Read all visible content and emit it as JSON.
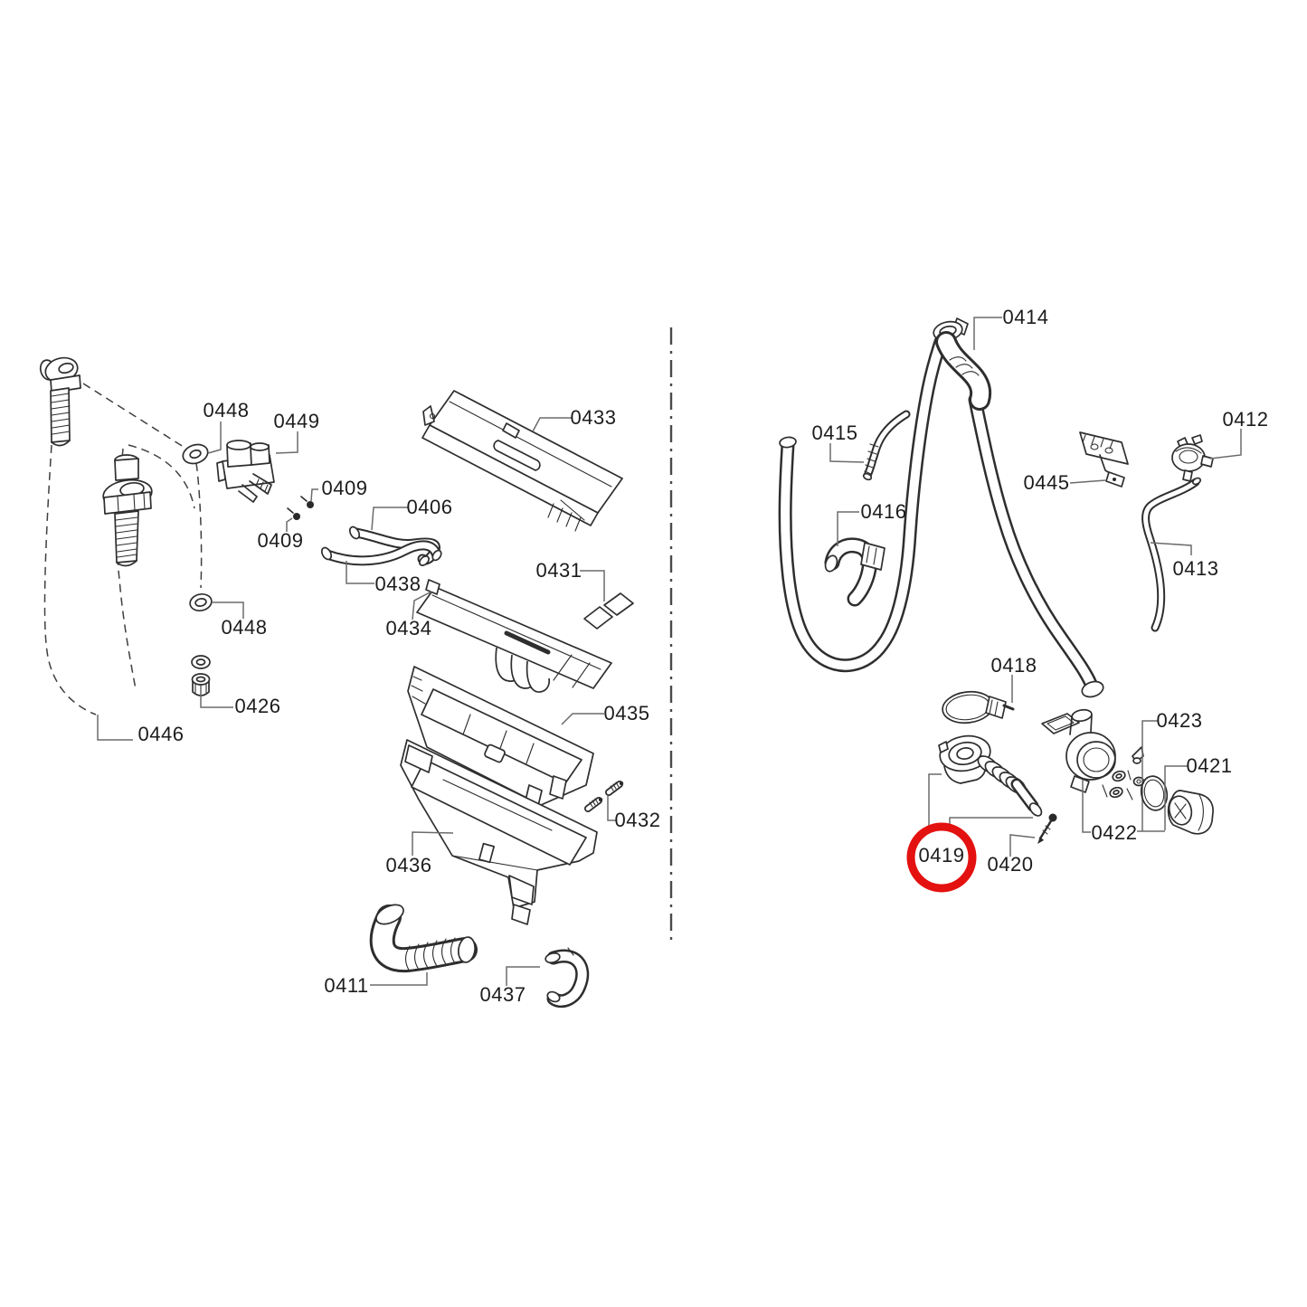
{
  "figure": {
    "type": "exploded-parts-diagram",
    "description": "Washing machine detergent dispenser and drain pump exploded parts diagram",
    "background": "#ffffff",
    "line_color": "#2e2e2e",
    "label_color": "#1c1c1c",
    "highlight_color": "#e31110",
    "highlighted_part": "0419"
  },
  "labels": {
    "l0448a": "0448",
    "l0449": "0449",
    "l0409a": "0409",
    "l0409b": "0409",
    "l0406": "0406",
    "l0433": "0433",
    "l0438": "0438",
    "l0431": "0431",
    "l0434": "0434",
    "l0448b": "0448",
    "l0426": "0426",
    "l0446": "0446",
    "l0435": "0435",
    "l0432": "0432",
    "l0436": "0436",
    "l0411": "0411",
    "l0437": "0437",
    "l0414": "0414",
    "l0415": "0415",
    "l0416": "0416",
    "l0445": "0445",
    "l0412": "0412",
    "l0413": "0413",
    "l0418": "0418",
    "l0423": "0423",
    "l0421": "0421",
    "l0422": "0422",
    "l0419": "0419",
    "l0420": "0420"
  }
}
